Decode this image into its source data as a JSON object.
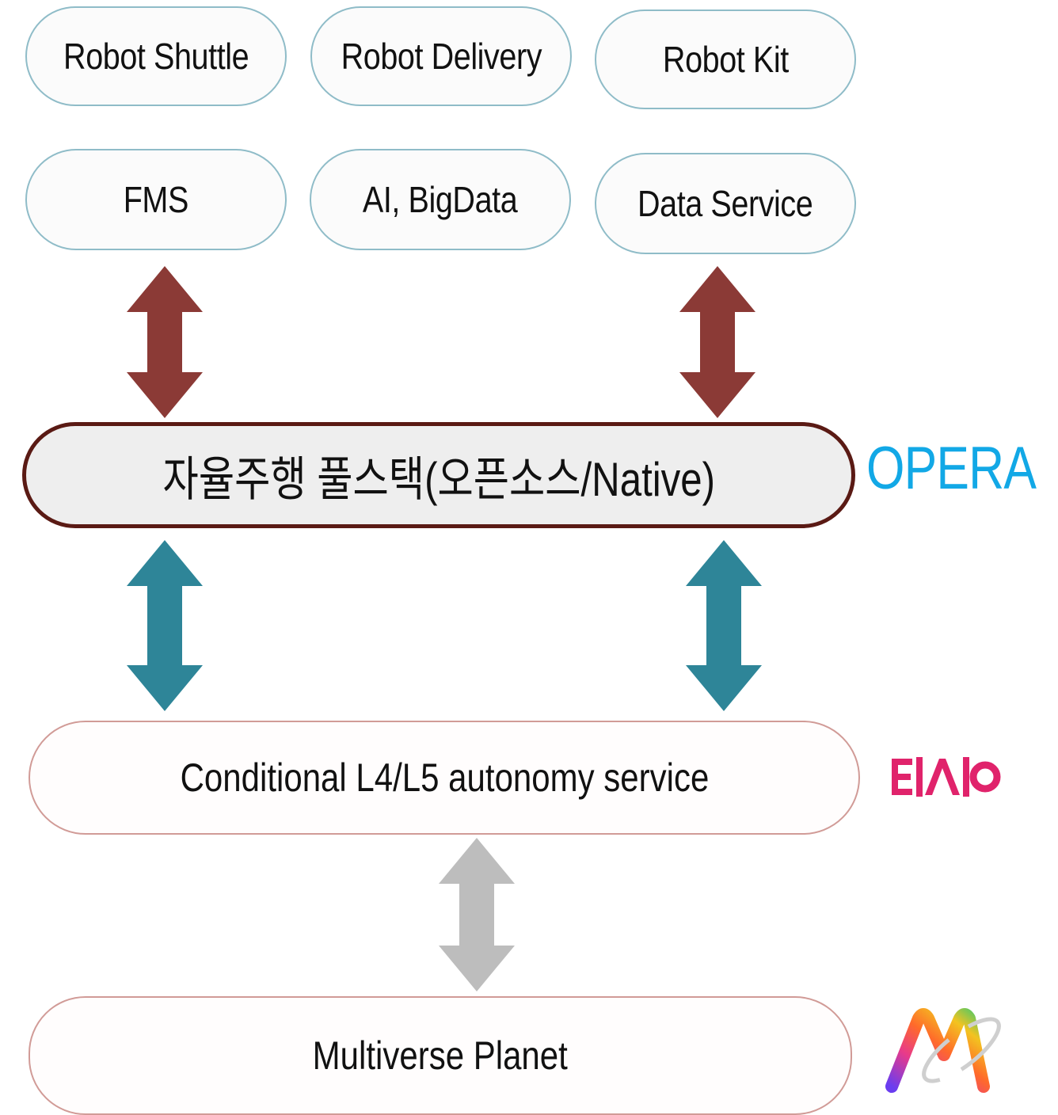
{
  "services_row": [
    {
      "label": "Robot Shuttle"
    },
    {
      "label": "Robot Delivery"
    },
    {
      "label": "Robot Kit"
    }
  ],
  "platform_row": [
    {
      "label": "FMS"
    },
    {
      "label": "AI, BigData"
    },
    {
      "label": "Data Service"
    }
  ],
  "core": {
    "label": "자율주행 풀스택(오픈소스/Native)"
  },
  "autonomy": {
    "label": "Conditional L4/L5 autonomy service"
  },
  "multiverse": {
    "label": "Multiverse Planet"
  },
  "logos": {
    "opera": "OPERA",
    "tasio": "타시오",
    "multiverse": "multiverse-logo"
  },
  "colors": {
    "upper_arrows": "#8b3a36",
    "lower_arrows": "#2e8598",
    "bottom_arrow": "#bdbdbd",
    "opera_logo": "#12a8e6",
    "tasio_logo": "#e0236b"
  }
}
